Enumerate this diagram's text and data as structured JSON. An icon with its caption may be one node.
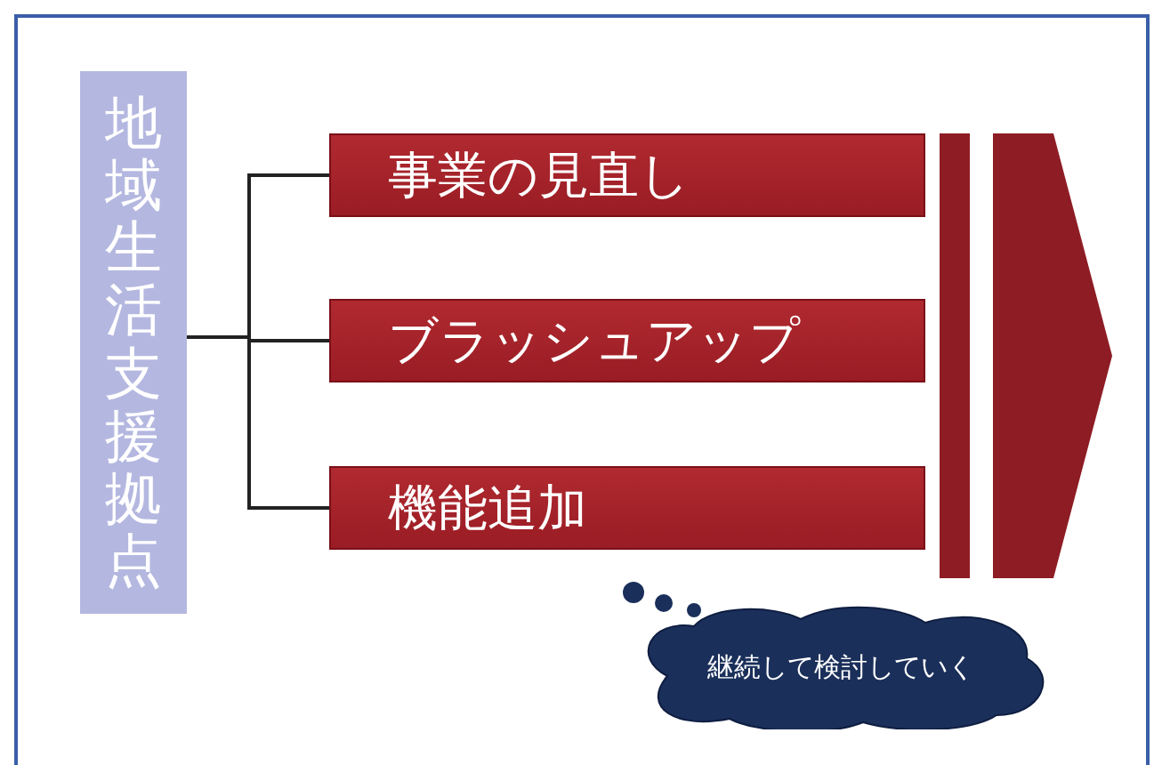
{
  "diagram": {
    "nodes": [
      {
        "text": [
          "地域生活支援拠点"
        ]
      },
      {
        "text": [
          "事業の見直し"
        ]
      },
      {
        "text": [
          "ブラッシュアップ"
        ]
      },
      {
        "text": [
          "機能追加"
        ]
      },
      {
        "text": [
          "継続して検討していく"
        ]
      }
    ],
    "edges": [
      {
        "from": 0,
        "to": 1,
        "arrow": "none"
      },
      {
        "from": 0,
        "to": 2,
        "arrow": "none"
      },
      {
        "from": 0,
        "to": 3,
        "arrow": "none"
      }
    ]
  }
}
